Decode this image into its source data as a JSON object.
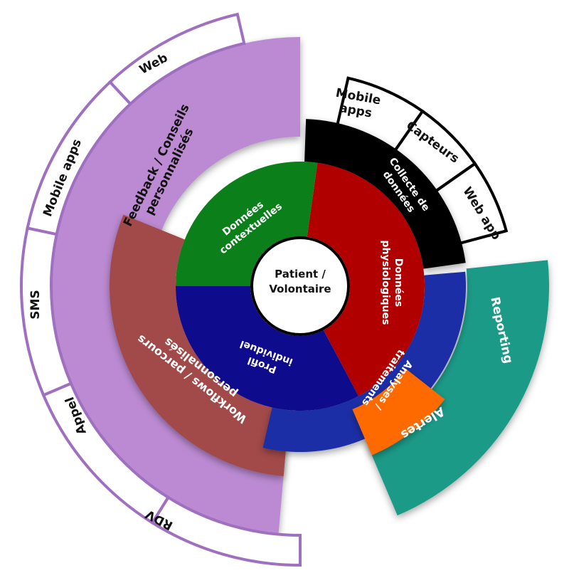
{
  "center": {
    "label_line1": "Patient /",
    "label_line2": "Volontaire"
  },
  "inner_ring": [
    {
      "label_line1": "Données",
      "label_line2": "contextuelles",
      "color": "#0a7f1a"
    },
    {
      "label_line1": "Données",
      "label_line2": "physiologiques",
      "color": "#b00000"
    },
    {
      "label_line1": "Profil",
      "label_line2": "individuel",
      "color": "#0e0b8c"
    }
  ],
  "middle_ring": [
    {
      "label_line1": "Collecte de",
      "label_line2": "données",
      "color": "#000000"
    },
    {
      "label_line1": "Analyses /",
      "label_line2": "traitements",
      "color": "#1e2fa6"
    },
    {
      "label_line1": "Workflows / parcours",
      "label_line2": "personnalisés",
      "color": "#a24a4a"
    }
  ],
  "outer_ring": [
    {
      "label_line1": "Feedback / Conseils",
      "label_line2": "personnalisés",
      "color": "#bb8ad2"
    },
    {
      "label": "Reporting",
      "color": "#1a9a88"
    },
    {
      "label": "Alertes",
      "color": "#ff6a00"
    }
  ],
  "collecte_channels": [
    {
      "label_line1": "Mobile",
      "label_line2": "apps"
    },
    {
      "label": "Capteurs"
    },
    {
      "label": "Web app"
    }
  ],
  "feedback_channels": [
    {
      "label": "Web"
    },
    {
      "label": "Mobile apps"
    },
    {
      "label": "SMS"
    },
    {
      "label": "Appel"
    },
    {
      "label": "RDV"
    }
  ],
  "colors": {
    "channel_border": "#a070c0",
    "channel_fill": "#ffffff",
    "collecte_border": "#000000"
  }
}
